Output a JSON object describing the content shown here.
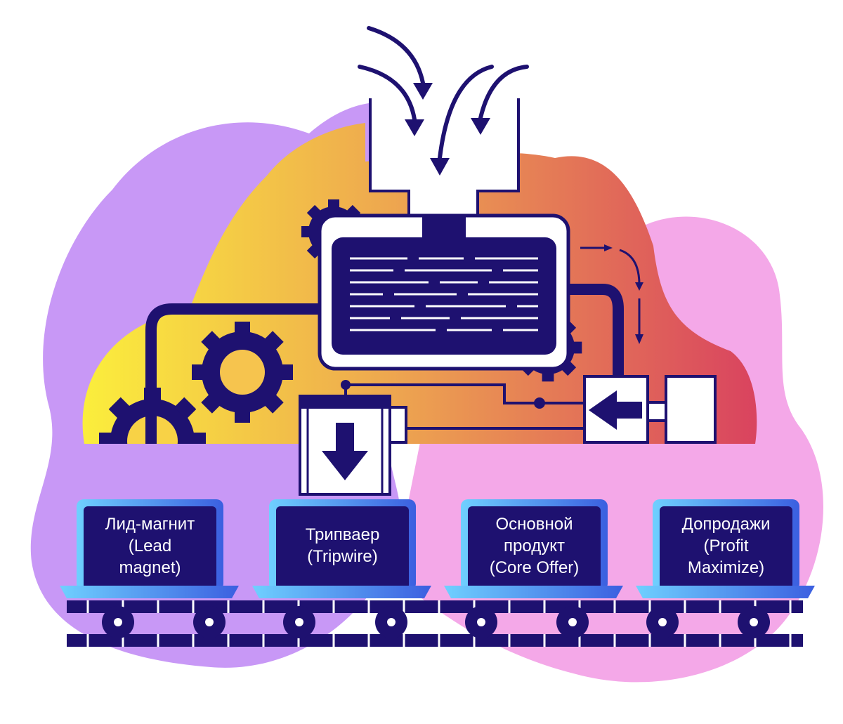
{
  "colors": {
    "navy": "#1e1170",
    "purple_blob": "#c898f6",
    "pink_blob": "#f4a8e8",
    "gradient_start": "#fbee3c",
    "gradient_mid": "#eea84f",
    "gradient_end": "#d9435f",
    "cart_border": "#4f8ff0",
    "white": "#ffffff"
  },
  "icons": [
    "gear-icon",
    "arrow-down-icon",
    "arrow-left-icon",
    "curved-arrow-icon"
  ],
  "stages": [
    {
      "lines": [
        "Лид-магнит",
        "(Lead",
        "magnet)"
      ]
    },
    {
      "lines": [
        "Трипваер",
        "(Tripwire)"
      ]
    },
    {
      "lines": [
        "Основной",
        "продукт",
        "(Core Offer)"
      ]
    },
    {
      "lines": [
        "Допродажи",
        "(Profit",
        "Maximize)"
      ]
    }
  ]
}
